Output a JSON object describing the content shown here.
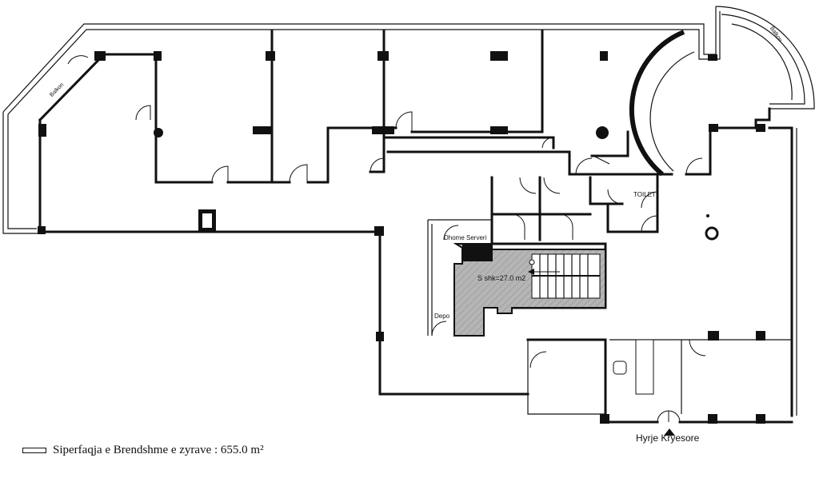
{
  "labels": {
    "balcony_left": "Balkon",
    "balcony_right": "Balkon",
    "toilet": "TOILET",
    "server_room": "Dhome Serveri",
    "storage": "Depo",
    "stair_area": "S shk=27.0 m2",
    "main_entrance": "Hyrje Kryesore"
  },
  "legend": {
    "text": "Siperfaqja e Brendshme e zyrave : 655.0 m²"
  },
  "colors": {
    "wall": "#111111",
    "hatch_fill": "#b5b5b5",
    "background": "#ffffff"
  }
}
